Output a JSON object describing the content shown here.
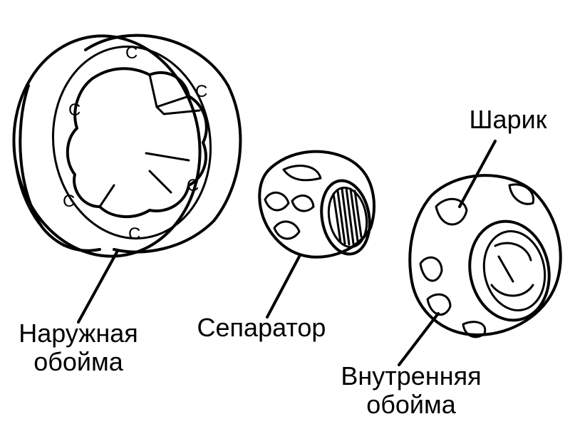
{
  "labels": {
    "outer_race": {
      "line1": "Наружная",
      "line2": "обойма"
    },
    "cage": "Сепаратор",
    "ball": "Шарик",
    "inner_race": {
      "line1": "Внутренняя",
      "line2": "обойма"
    }
  },
  "colors": {
    "ink": "#000000",
    "background": "#ffffff"
  }
}
